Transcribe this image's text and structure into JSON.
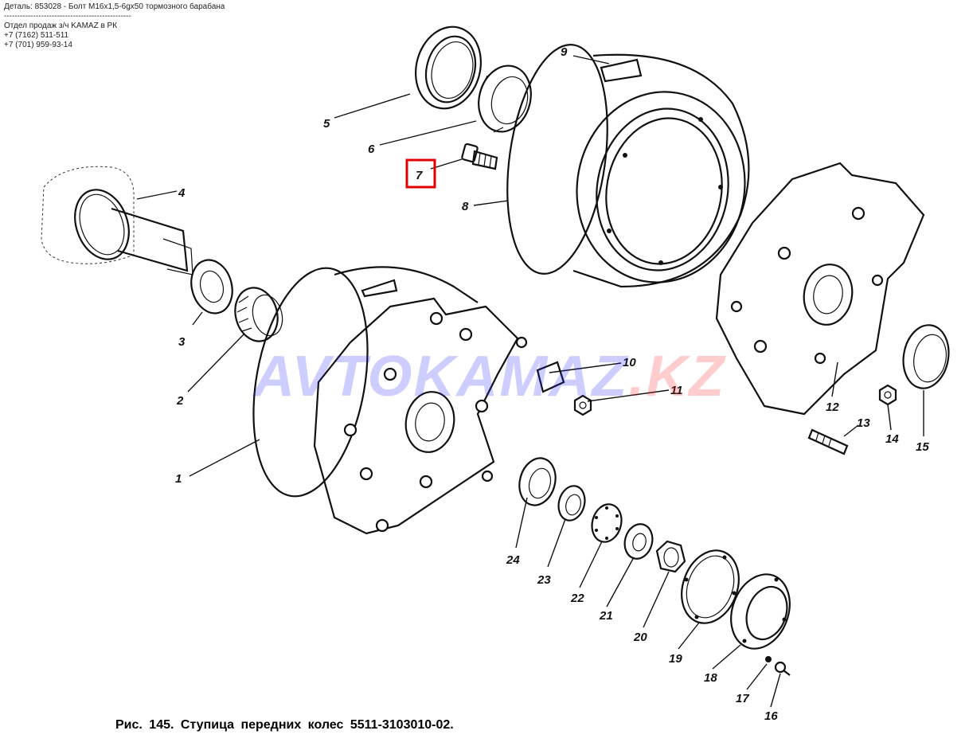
{
  "header": {
    "detail": "Деталь: 853028 - Болт М16х1,5-6gх50 тормозного барабана",
    "separator": "------------------------------------------------",
    "dept": "Отдел продаж з/ч KAMAZ в РК",
    "phone1": "+7 (7162) 511-511",
    "phone2": "+7 (701) 959-93-14"
  },
  "watermark": {
    "part_a": "AVTOKAMAZ",
    "part_b": ".KZ",
    "color_a": "#2020ff",
    "color_b": "#ff2020"
  },
  "caption": "Рис. 145. Ступица передних колес 5511-3103010-02.",
  "highlight": {
    "label": "7",
    "color": "#e00000"
  },
  "labels": {
    "l1": "1",
    "l2": "2",
    "l3": "3",
    "l4": "4",
    "l5": "5",
    "l6": "6",
    "l7": "7",
    "l8": "8",
    "l9": "9",
    "l10": "10",
    "l11": "11",
    "l12": "12",
    "l13": "13",
    "l14": "14",
    "l15": "15",
    "l16": "16",
    "l17": "17",
    "l18": "18",
    "l19": "19",
    "l20": "20",
    "l21": "21",
    "l22": "22",
    "l23": "23",
    "l24": "24"
  }
}
